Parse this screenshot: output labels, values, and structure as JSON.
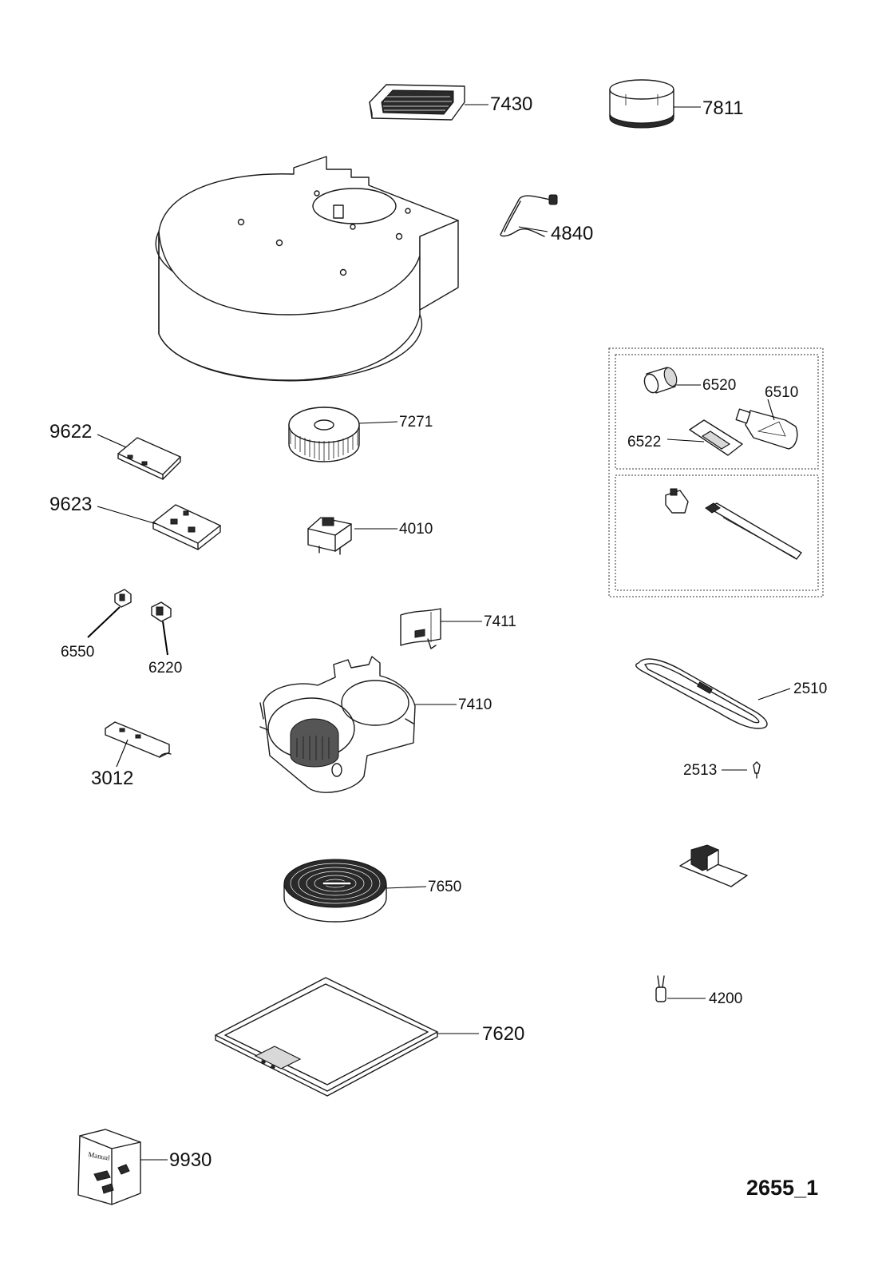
{
  "parts": {
    "p7430": "7430",
    "p7811": "7811",
    "p4840": "4840",
    "p6520": "6520",
    "p6510": "6510",
    "p6522": "6522",
    "p9622": "9622",
    "p7271": "7271",
    "p9623": "9623",
    "p4010": "4010",
    "p6550": "6550",
    "p6220": "6220",
    "p7411": "7411",
    "p7410": "7410",
    "p2510": "2510",
    "p3012": "3012",
    "p2513": "2513",
    "p7650": "7650",
    "p4200": "4200",
    "p7620": "7620",
    "p9930": "9930"
  },
  "manual_bag_text": "Manual",
  "drawing_id": "2655_1"
}
